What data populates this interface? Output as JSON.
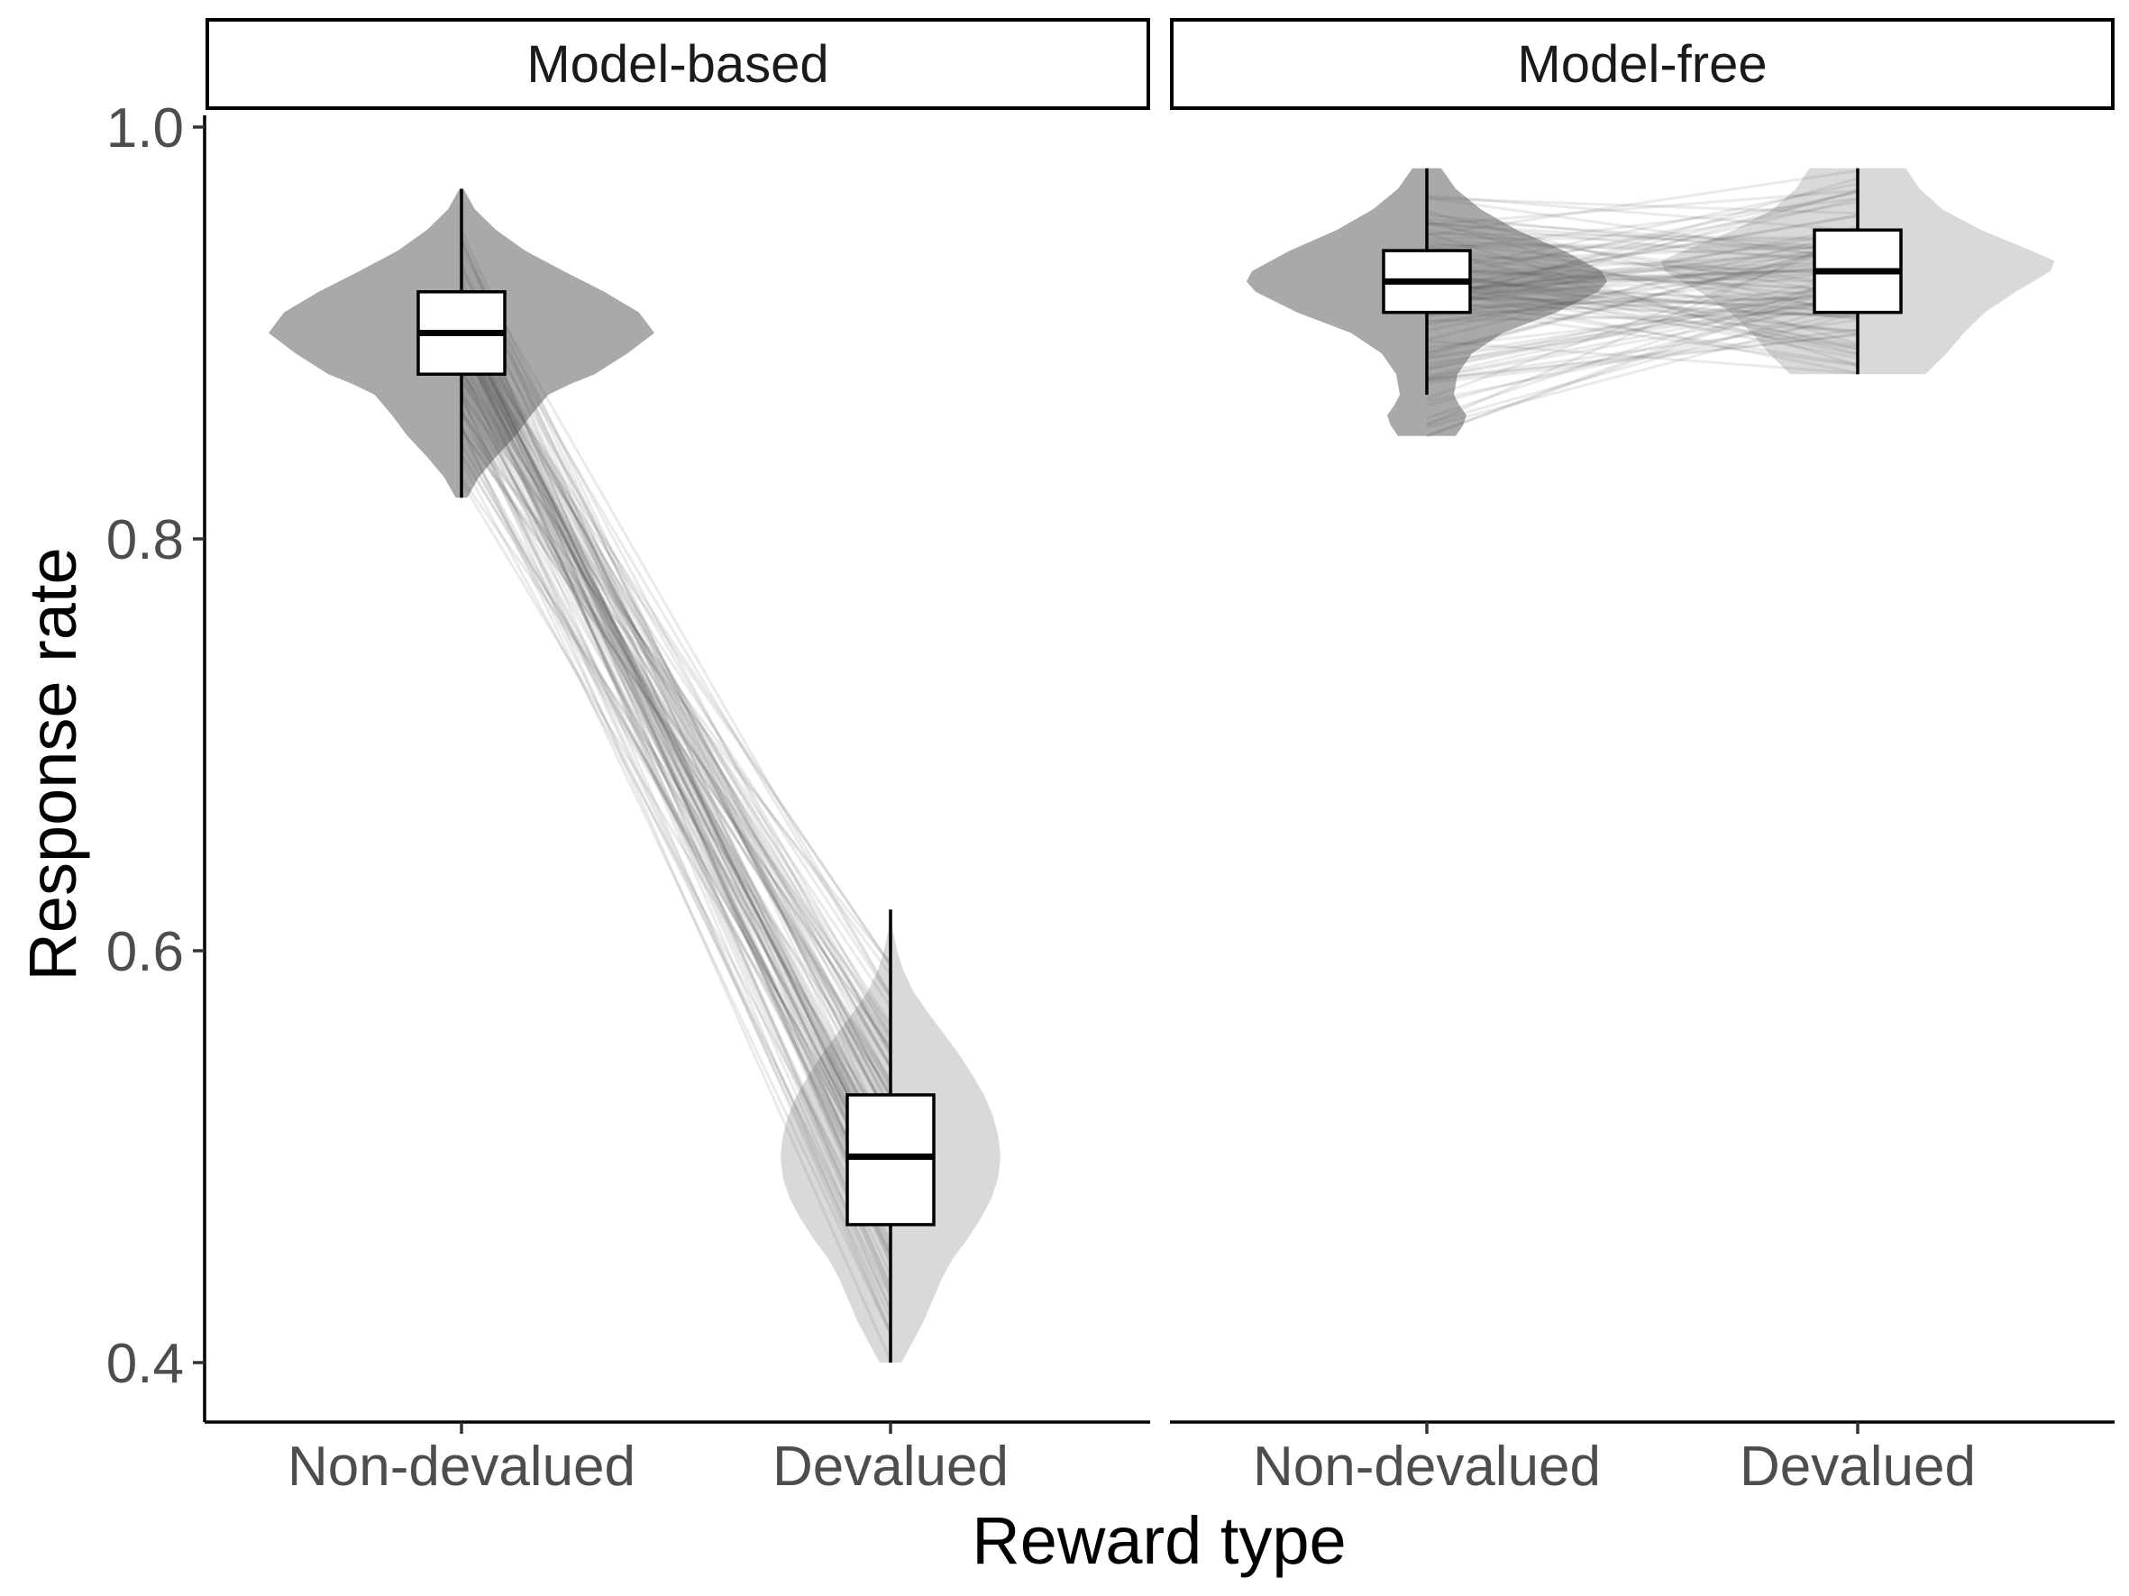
{
  "chart_data": {
    "type": "violin-box-paired",
    "xlabel": "Reward type",
    "ylabel": "Response rate",
    "ylim": [
      0.375,
      1.005
    ],
    "yticks": [
      "0.4",
      "0.6",
      "0.8",
      "1.0"
    ],
    "ytick_values": [
      0.4,
      0.6,
      0.8,
      1.0
    ],
    "categories": [
      "Non-devalued",
      "Devalued"
    ],
    "colors": {
      "non_devalued_violin": "#a9a9a9",
      "devalued_violin": "#d9d9d9",
      "pair_lines": "#606060",
      "box_fill": "#ffffff",
      "box_stroke": "#000000"
    },
    "panels": [
      {
        "strip_label": "Model-based",
        "groups": [
          {
            "category": "Non-devalued",
            "range": [
              0.82,
              0.97
            ],
            "box": {
              "q1": 0.88,
              "median": 0.9,
              "q3": 0.92,
              "whisker_low": 0.82,
              "whisker_high": 0.97
            },
            "density": [
              [
                0.82,
                0.03
              ],
              [
                0.83,
                0.09
              ],
              [
                0.84,
                0.18
              ],
              [
                0.85,
                0.28
              ],
              [
                0.86,
                0.36
              ],
              [
                0.87,
                0.45
              ],
              [
                0.875,
                0.56
              ],
              [
                0.88,
                0.69
              ],
              [
                0.89,
                0.86
              ],
              [
                0.9,
                1.0
              ],
              [
                0.91,
                0.92
              ],
              [
                0.92,
                0.74
              ],
              [
                0.93,
                0.53
              ],
              [
                0.94,
                0.33
              ],
              [
                0.95,
                0.18
              ],
              [
                0.96,
                0.07
              ],
              [
                0.97,
                0.01
              ]
            ]
          },
          {
            "category": "Devalued",
            "range": [
              0.4,
              0.62
            ],
            "box": {
              "q1": 0.467,
              "median": 0.5,
              "q3": 0.53,
              "whisker_low": 0.4,
              "whisker_high": 0.62
            },
            "density": [
              [
                0.4,
                0.1
              ],
              [
                0.41,
                0.2
              ],
              [
                0.42,
                0.3
              ],
              [
                0.43,
                0.38
              ],
              [
                0.44,
                0.46
              ],
              [
                0.45,
                0.56
              ],
              [
                0.46,
                0.7
              ],
              [
                0.47,
                0.82
              ],
              [
                0.48,
                0.92
              ],
              [
                0.49,
                0.98
              ],
              [
                0.5,
                1.0
              ],
              [
                0.51,
                0.98
              ],
              [
                0.52,
                0.93
              ],
              [
                0.53,
                0.85
              ],
              [
                0.54,
                0.74
              ],
              [
                0.55,
                0.62
              ],
              [
                0.56,
                0.48
              ],
              [
                0.57,
                0.34
              ],
              [
                0.58,
                0.21
              ],
              [
                0.59,
                0.12
              ],
              [
                0.6,
                0.06
              ],
              [
                0.61,
                0.02
              ],
              [
                0.62,
                0.005
              ]
            ]
          }
        ]
      },
      {
        "strip_label": "Model-free",
        "groups": [
          {
            "category": "Non-devalued",
            "range": [
              0.85,
              0.98
            ],
            "box": {
              "q1": 0.91,
              "median": 0.925,
              "q3": 0.94,
              "whisker_low": 0.87,
              "whisker_high": 0.98
            },
            "density": [
              [
                0.85,
                0.16
              ],
              [
                0.855,
                0.2
              ],
              [
                0.86,
                0.22
              ],
              [
                0.865,
                0.18
              ],
              [
                0.87,
                0.15
              ],
              [
                0.88,
                0.17
              ],
              [
                0.89,
                0.25
              ],
              [
                0.9,
                0.42
              ],
              [
                0.91,
                0.72
              ],
              [
                0.92,
                0.95
              ],
              [
                0.925,
                1.0
              ],
              [
                0.93,
                0.97
              ],
              [
                0.94,
                0.76
              ],
              [
                0.95,
                0.5
              ],
              [
                0.96,
                0.3
              ],
              [
                0.97,
                0.16
              ],
              [
                0.98,
                0.08
              ]
            ]
          },
          {
            "category": "Devalued",
            "range": [
              0.88,
              0.98
            ],
            "box": {
              "q1": 0.91,
              "median": 0.93,
              "q3": 0.95,
              "whisker_low": 0.88,
              "whisker_high": 0.98
            },
            "density": [
              [
                0.88,
                0.35
              ],
              [
                0.89,
                0.46
              ],
              [
                0.9,
                0.55
              ],
              [
                0.91,
                0.66
              ],
              [
                0.92,
                0.82
              ],
              [
                0.93,
                1.0
              ],
              [
                0.935,
                1.02
              ],
              [
                0.94,
                0.9
              ],
              [
                0.95,
                0.64
              ],
              [
                0.96,
                0.44
              ],
              [
                0.97,
                0.32
              ],
              [
                0.98,
                0.25
              ]
            ]
          }
        ]
      }
    ]
  }
}
